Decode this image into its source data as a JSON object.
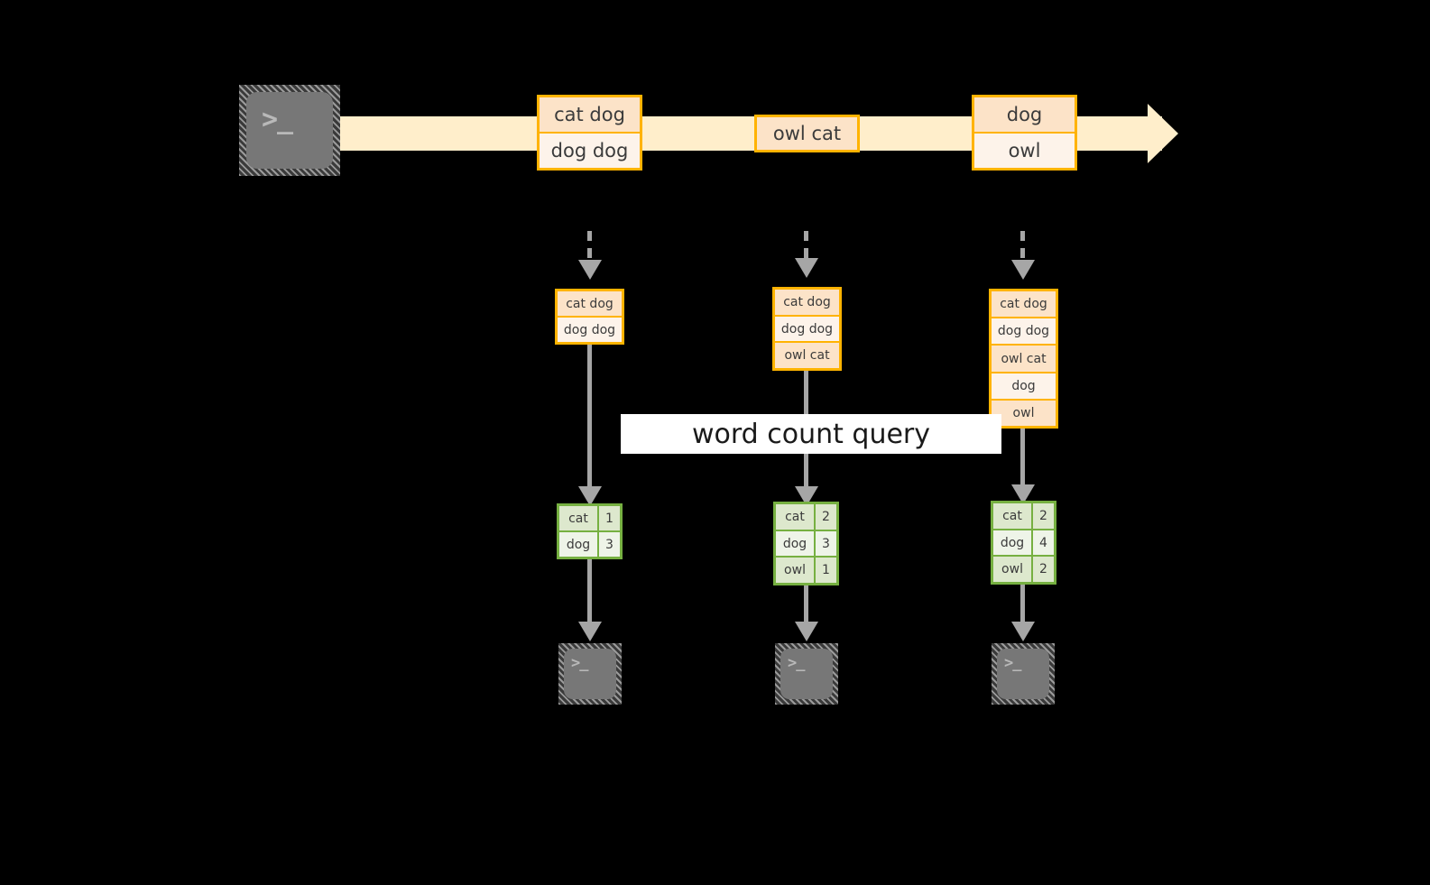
{
  "diagram": {
    "stream_arrow": {
      "icon": "stream-arrow"
    },
    "source_terminal": {
      "glyph": ">_",
      "icon": "terminal-icon"
    },
    "query_label": "word count query",
    "stream_events": [
      {
        "id": "event-1",
        "rows": [
          {
            "text": "cat dog",
            "shade": "dark"
          },
          {
            "text": "dog dog",
            "shade": "light"
          }
        ]
      },
      {
        "id": "event-2",
        "rows": [
          {
            "text": "owl cat",
            "shade": "dark"
          }
        ]
      },
      {
        "id": "event-3",
        "rows": [
          {
            "text": "dog",
            "shade": "dark"
          },
          {
            "text": "owl",
            "shade": "light"
          }
        ]
      }
    ],
    "accumulated_stacks": [
      {
        "id": "stack-1",
        "rows": [
          {
            "text": "cat dog",
            "shade": "dark"
          },
          {
            "text": "dog dog",
            "shade": "light"
          }
        ]
      },
      {
        "id": "stack-2",
        "rows": [
          {
            "text": "cat dog",
            "shade": "dark"
          },
          {
            "text": "dog dog",
            "shade": "light"
          },
          {
            "text": "owl cat",
            "shade": "dark"
          }
        ]
      },
      {
        "id": "stack-3",
        "rows": [
          {
            "text": "cat dog",
            "shade": "dark"
          },
          {
            "text": "dog dog",
            "shade": "light"
          },
          {
            "text": "owl cat",
            "shade": "dark"
          },
          {
            "text": "dog",
            "shade": "light"
          },
          {
            "text": "owl",
            "shade": "dark"
          }
        ]
      }
    ],
    "result_tables": [
      {
        "id": "result-1",
        "rows": [
          {
            "key": "cat",
            "value": "1",
            "shade": "dark"
          },
          {
            "key": "dog",
            "value": "3",
            "shade": "light"
          }
        ]
      },
      {
        "id": "result-2",
        "rows": [
          {
            "key": "cat",
            "value": "2",
            "shade": "dark"
          },
          {
            "key": "dog",
            "value": "3",
            "shade": "light"
          },
          {
            "key": "owl",
            "value": "1",
            "shade": "dark"
          }
        ]
      },
      {
        "id": "result-3",
        "rows": [
          {
            "key": "cat",
            "value": "2",
            "shade": "dark"
          },
          {
            "key": "dog",
            "value": "4",
            "shade": "light"
          },
          {
            "key": "owl",
            "value": "2",
            "shade": "dark"
          }
        ]
      }
    ],
    "sink_terminals": [
      {
        "id": "sink-1",
        "glyph": ">_",
        "icon": "terminal-icon"
      },
      {
        "id": "sink-2",
        "glyph": ">_",
        "icon": "terminal-icon"
      },
      {
        "id": "sink-3",
        "glyph": ">_",
        "icon": "terminal-icon"
      }
    ],
    "colors": {
      "background": "#000000",
      "stream_band": "#ffeecb",
      "event_border": "#ffb300",
      "event_fill_dark": "#fce3c8",
      "event_fill_light": "#fdf3ea",
      "result_border": "#76b041",
      "result_fill_dark": "#dde8cd",
      "result_fill_light": "#eef4e8",
      "arrow": "#a6a6a6",
      "terminal_body": "#777777",
      "label_band": "#ffffff",
      "text": "#3b3b3b"
    }
  }
}
